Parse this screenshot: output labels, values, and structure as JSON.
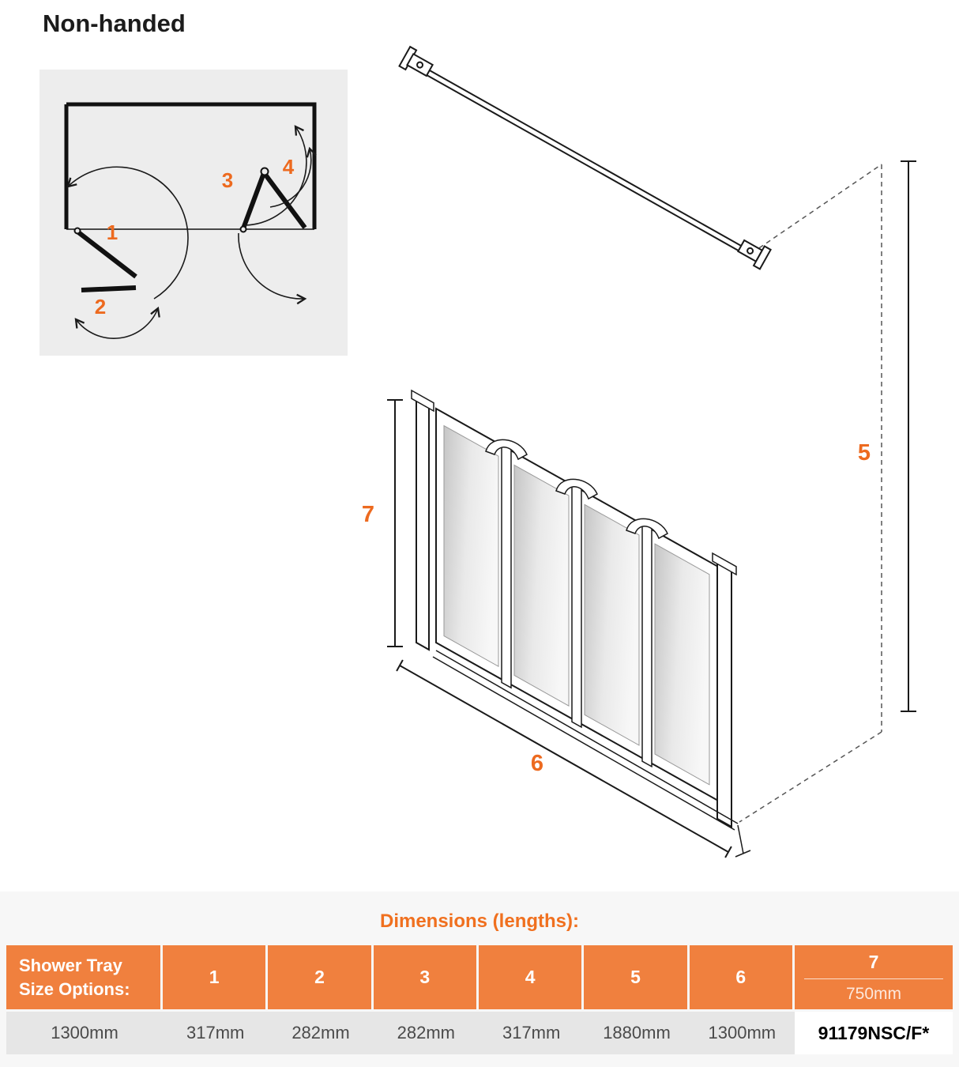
{
  "title": "Non-handed",
  "colors": {
    "accent_orange": "#ED6A1F",
    "table_title_orange": "#F0701F",
    "table_header_orange": "#F0803E",
    "table_row_gray": "#E6E6E6",
    "line_black": "#1a1a1a"
  },
  "plan_diagram": {
    "labels": [
      "1",
      "2",
      "3",
      "4"
    ]
  },
  "iso_diagram": {
    "side_height_label": "5",
    "front_width_label": "6",
    "screen_height_label": "7"
  },
  "table": {
    "title": "Dimensions (lengths):",
    "row_header": "Shower Tray Size Options:",
    "col_headers": [
      "1",
      "2",
      "3",
      "4",
      "5",
      "6"
    ],
    "col7": {
      "label": "7",
      "sub_value": "750mm"
    },
    "row_values": [
      "1300mm",
      "317mm",
      "282mm",
      "282mm",
      "317mm",
      "1880mm",
      "1300mm"
    ],
    "part_number": "91179NSC/F*"
  }
}
